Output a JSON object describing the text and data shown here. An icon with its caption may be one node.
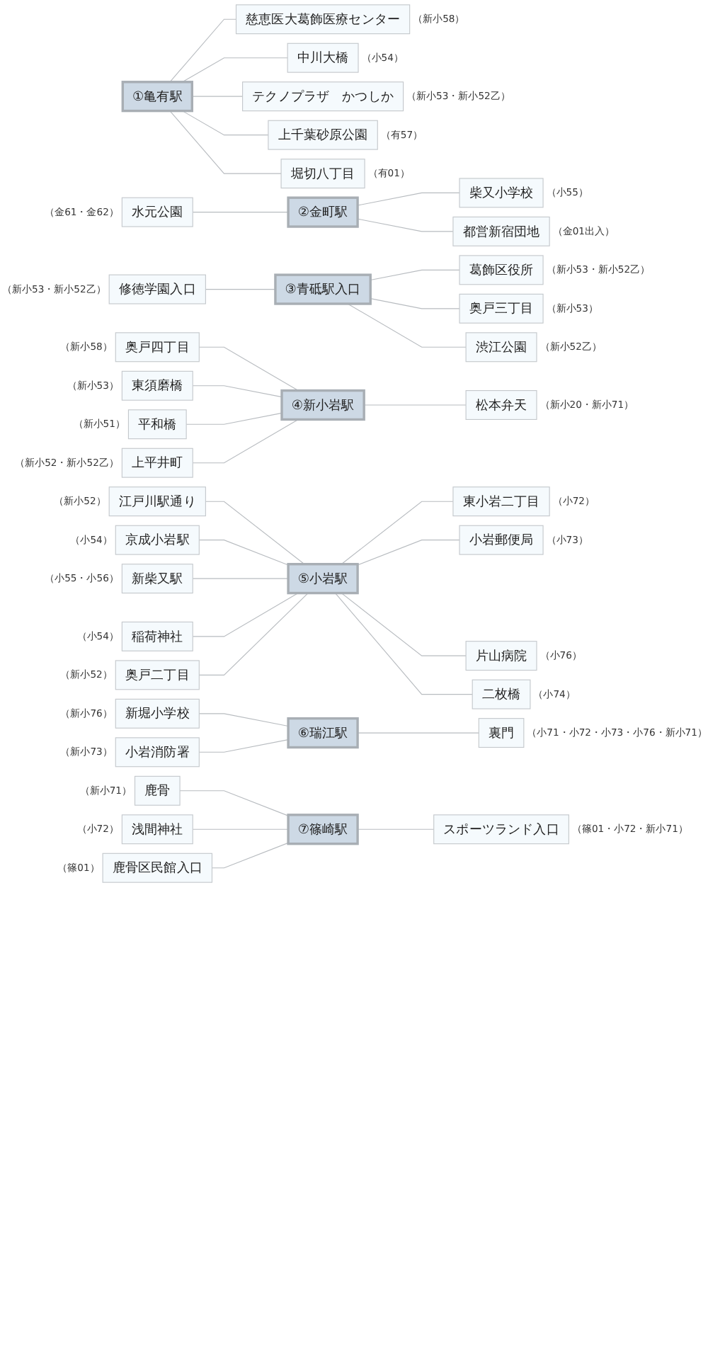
{
  "diagram": {
    "nodes": [
      {
        "text": [
          "①亀有駅"
        ]
      },
      {
        "text": [
          "慈恵医大葛飾医療センター"
        ],
        "beside": [
          "（新小58）"
        ]
      },
      {
        "text": [
          "中川大橋"
        ],
        "beside": [
          "（小54）"
        ]
      },
      {
        "text": [
          "テクノプラザ　かつしか"
        ],
        "beside": [
          "（新小53・新小52乙）"
        ]
      },
      {
        "text": [
          "上千葉砂原公園"
        ],
        "beside": [
          "（有57）"
        ]
      },
      {
        "text": [
          "堀切八丁目"
        ],
        "beside": [
          "（有01）"
        ]
      },
      {
        "text": [
          "水元公園"
        ],
        "beside": [
          "（金61・金62）"
        ]
      },
      {
        "text": [
          "②金町駅"
        ]
      },
      {
        "text": [
          "柴又小学校"
        ],
        "beside": [
          "（小55）"
        ]
      },
      {
        "text": [
          "都営新宿団地"
        ],
        "beside": [
          "（金01出入）"
        ]
      },
      {
        "text": [
          "修徳学園入口"
        ],
        "beside": [
          "（新小53・新小52乙）"
        ]
      },
      {
        "text": [
          "③青砥駅入口"
        ]
      },
      {
        "text": [
          "葛飾区役所"
        ],
        "beside": [
          "（新小53・新小52乙）"
        ]
      },
      {
        "text": [
          "奥戸三丁目"
        ],
        "beside": [
          "（新小53）"
        ]
      },
      {
        "text": [
          "渋江公園"
        ],
        "beside": [
          "（新小52乙）"
        ]
      },
      {
        "text": [
          "奥戸四丁目"
        ],
        "beside": [
          "（新小58）"
        ]
      },
      {
        "text": [
          "東須磨橋"
        ],
        "beside": [
          "（新小53）"
        ]
      },
      {
        "text": [
          "平和橋"
        ],
        "beside": [
          "（新小51）"
        ]
      },
      {
        "text": [
          "上平井町"
        ],
        "beside": [
          "（新小52・新小52乙）"
        ]
      },
      {
        "text": [
          "④新小岩駅"
        ]
      },
      {
        "text": [
          "松本弁天"
        ],
        "beside": [
          "（新小20・新小71）"
        ]
      },
      {
        "text": [
          "江戸川駅通り"
        ],
        "beside": [
          "（新小52）"
        ]
      },
      {
        "text": [
          "京成小岩駅"
        ],
        "beside": [
          "（小54）"
        ]
      },
      {
        "text": [
          "新柴又駅"
        ],
        "beside": [
          "（小55・小56）"
        ]
      },
      {
        "text": [
          "稲荷神社"
        ],
        "beside": [
          "（小54）"
        ]
      },
      {
        "text": [
          "奥戸二丁目"
        ],
        "beside": [
          "（新小52）"
        ]
      },
      {
        "text": [
          "⑤小岩駅"
        ]
      },
      {
        "text": [
          "東小岩二丁目"
        ],
        "beside": [
          "（小72）"
        ]
      },
      {
        "text": [
          "小岩郵便局"
        ],
        "beside": [
          "（小73）"
        ]
      },
      {
        "text": [
          "片山病院"
        ],
        "beside": [
          "（小76）"
        ]
      },
      {
        "text": [
          "二枚橋"
        ],
        "beside": [
          "（小74）"
        ]
      },
      {
        "text": [
          "新堀小学校"
        ],
        "beside": [
          "（新小76）"
        ]
      },
      {
        "text": [
          "小岩消防署"
        ],
        "beside": [
          "（新小73）"
        ]
      },
      {
        "text": [
          "⑥瑞江駅"
        ]
      },
      {
        "text": [
          "裏門"
        ],
        "beside": [
          "（小71・小72・小73・小76・新小71）"
        ]
      },
      {
        "text": [
          "鹿骨"
        ],
        "beside": [
          "（新小71）"
        ]
      },
      {
        "text": [
          "浅間神社"
        ],
        "beside": [
          "（小72）"
        ]
      },
      {
        "text": [
          "鹿骨区民館入口"
        ],
        "beside": [
          "（篠01）"
        ]
      },
      {
        "text": [
          "⑦篠崎駅"
        ]
      },
      {
        "text": [
          "スポーツランド入口"
        ],
        "beside": [
          "（篠01・小72・新小71）"
        ]
      }
    ],
    "edges": [
      {
        "from": 0,
        "to": 1,
        "arrow": "none"
      },
      {
        "from": 0,
        "to": 2,
        "arrow": "none"
      },
      {
        "from": 0,
        "to": 3,
        "arrow": "none"
      },
      {
        "from": 0,
        "to": 4,
        "arrow": "none"
      },
      {
        "from": 0,
        "to": 5,
        "arrow": "none"
      },
      {
        "from": 6,
        "to": 7,
        "arrow": "none"
      },
      {
        "from": 7,
        "to": 8,
        "arrow": "none"
      },
      {
        "from": 7,
        "to": 9,
        "arrow": "none"
      },
      {
        "from": 10,
        "to": 11,
        "arrow": "none"
      },
      {
        "from": 11,
        "to": 12,
        "arrow": "none"
      },
      {
        "from": 11,
        "to": 13,
        "arrow": "none"
      },
      {
        "from": 11,
        "to": 14,
        "arrow": "none"
      },
      {
        "from": 15,
        "to": 19,
        "arrow": "none"
      },
      {
        "from": 16,
        "to": 19,
        "arrow": "none"
      },
      {
        "from": 17,
        "to": 19,
        "arrow": "none"
      },
      {
        "from": 18,
        "to": 19,
        "arrow": "none"
      },
      {
        "from": 19,
        "to": 20,
        "arrow": "none"
      },
      {
        "from": 21,
        "to": 26,
        "arrow": "none"
      },
      {
        "from": 22,
        "to": 26,
        "arrow": "none"
      },
      {
        "from": 23,
        "to": 26,
        "arrow": "none"
      },
      {
        "from": 24,
        "to": 26,
        "arrow": "none"
      },
      {
        "from": 25,
        "to": 26,
        "arrow": "none"
      },
      {
        "from": 26,
        "to": 27,
        "arrow": "none"
      },
      {
        "from": 26,
        "to": 28,
        "arrow": "none"
      },
      {
        "from": 26,
        "to": 29,
        "arrow": "none"
      },
      {
        "from": 26,
        "to": 30,
        "arrow": "none"
      },
      {
        "from": 31,
        "to": 33,
        "arrow": "none"
      },
      {
        "from": 32,
        "to": 33,
        "arrow": "none"
      },
      {
        "from": 33,
        "to": 34,
        "arrow": "none"
      },
      {
        "from": 35,
        "to": 38,
        "arrow": "none"
      },
      {
        "from": 36,
        "to": 38,
        "arrow": "none"
      },
      {
        "from": 37,
        "to": 38,
        "arrow": "none"
      },
      {
        "from": 38,
        "to": 39,
        "arrow": "none"
      }
    ]
  }
}
